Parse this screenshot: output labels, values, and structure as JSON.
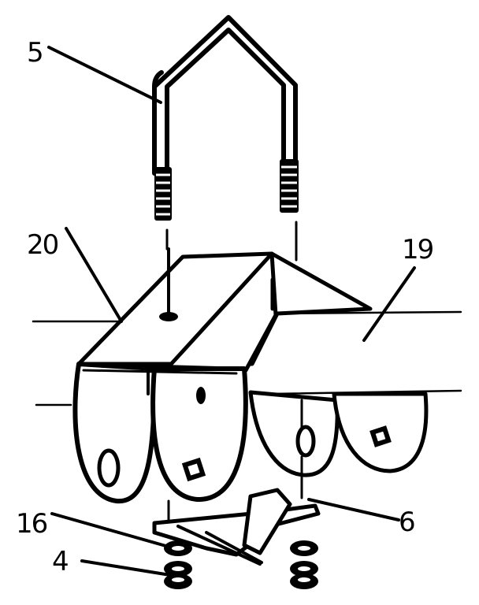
{
  "colors": {
    "ink": "#000000",
    "paper": "#ffffff"
  },
  "labels": {
    "callout_5": "5",
    "callout_20": "20",
    "callout_19": "19",
    "callout_16": "16",
    "callout_4": "4",
    "callout_6": "6"
  }
}
